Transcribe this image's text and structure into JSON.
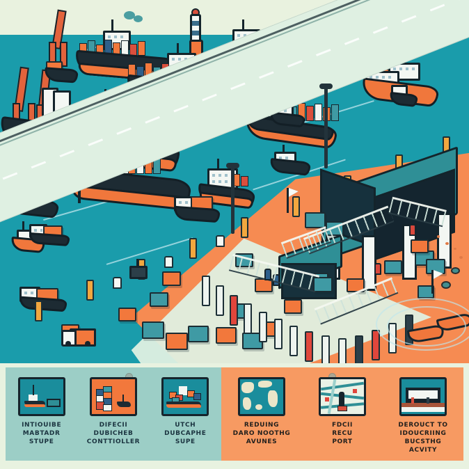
{
  "illustration": {
    "title": "Busy container port terminal with cargo ships, quay and warehouse",
    "scene_label": "port-terminal-scene",
    "colors": {
      "water": "#1a9cab",
      "land": "#f68b52",
      "concrete": "#dff0e2",
      "sky": "#e9f2df",
      "hull_dark": "#1d2b33",
      "hull_orange": "#f0773c",
      "container_orange": "#f2783c",
      "container_teal": "#3f9aa4",
      "container_blue": "#2e5f8a",
      "roof_teal": "#2f8f96",
      "outline": "#16242c"
    },
    "elements": {
      "container_ships": "container-ship",
      "tug_boats": "tug-boat",
      "gantry_crane": "gantry-crane",
      "warehouse": "terminal-warehouse",
      "small_shed": "storage-shed",
      "containers": "shipping-container",
      "truck": "delivery-truck",
      "buoy": "channel-buoy",
      "lamp_post": "quay-lamp-post",
      "fence": "safety-fence",
      "bollard": "mooring-bollard",
      "pier_pile": "pier-pile",
      "speedboat": "speed-boat"
    }
  },
  "panel": {
    "left_bg": "#9ccec6",
    "right_bg": "#f79a62",
    "cells": [
      {
        "id": "cell-1",
        "icon": "tugboat-thumbnail-icon",
        "bg": "#1a8d9c",
        "lines": [
          "INTIOUIBE",
          "MABTADR",
          "STUPE"
        ]
      },
      {
        "id": "cell-2",
        "icon": "stacked-containers-thumbnail-icon",
        "bg": "#f2783c",
        "lines": [
          "DIFECII",
          "DUBICHEB",
          "CONTTIOLLER"
        ]
      },
      {
        "id": "cell-3",
        "icon": "container-ship-thumbnail-icon",
        "bg": "#1a8d9c",
        "lines": [
          "UTCH",
          "DUBCAPHE",
          "SUPE"
        ]
      },
      {
        "id": "cell-4",
        "icon": "world-map-thumbnail-icon",
        "bg": "#1a8d9c",
        "lines": [
          "REDUING",
          "DARO NOOTHG",
          "AVUNES"
        ]
      },
      {
        "id": "cell-5",
        "icon": "route-map-lighthouse-thumbnail-icon",
        "bg": "#1a8d9c",
        "lines": [
          "FDCII",
          "RECU",
          "PORT"
        ]
      },
      {
        "id": "cell-6",
        "icon": "terminal-building-thumbnail-icon",
        "bg": "#1a8d9c",
        "lines": [
          "DEROUCT TO",
          "IDOUCRIING",
          "BUCSTHG ACVITY"
        ]
      }
    ]
  }
}
